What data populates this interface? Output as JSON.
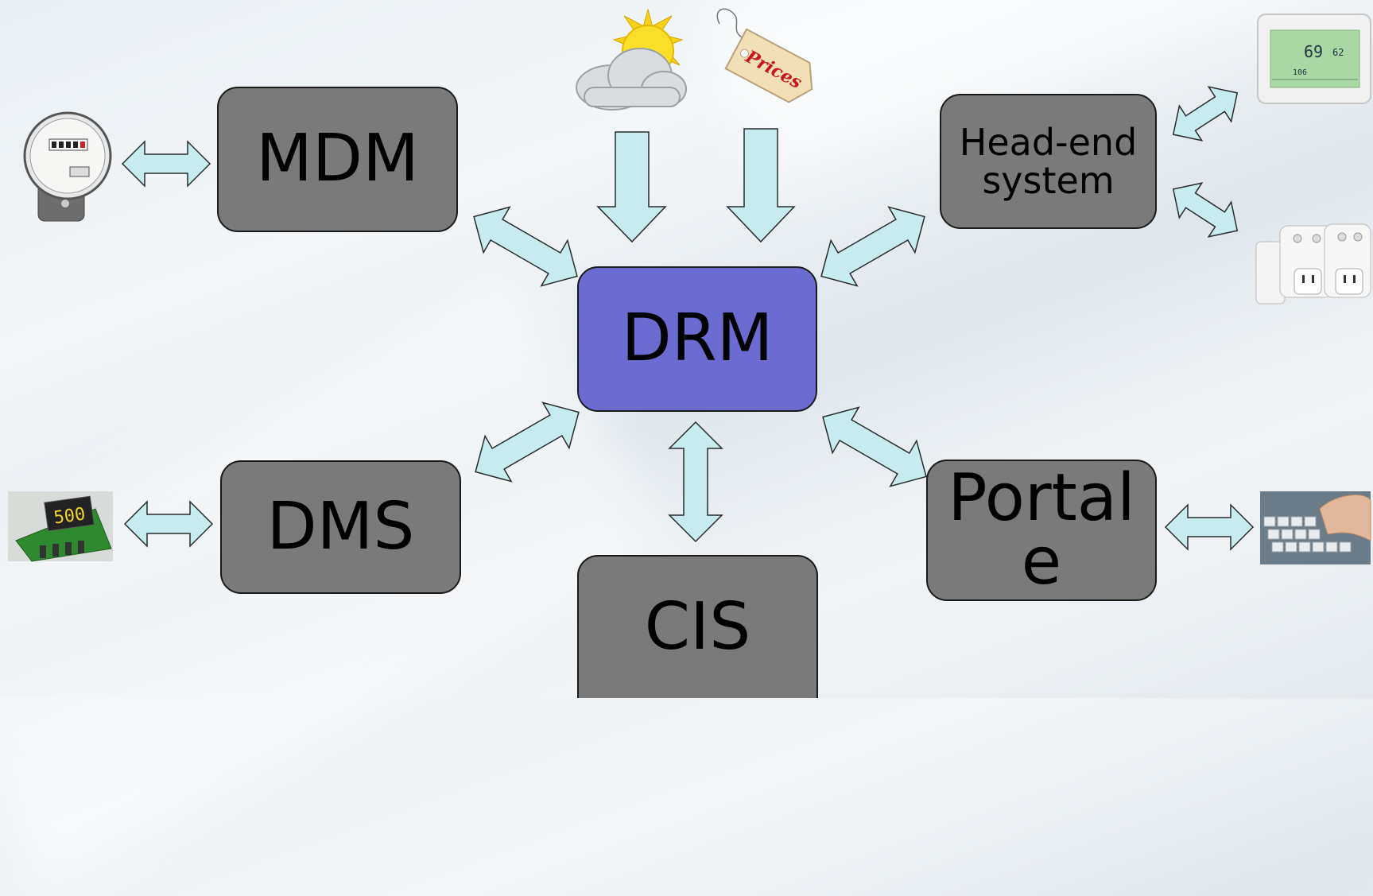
{
  "nodes": {
    "mdm": "MDM",
    "drm": "DRM",
    "headend_line1": "Head-end",
    "headend_line2": "system",
    "dms": "DMS",
    "cis": "CIS",
    "portale_line1": "Portal",
    "portale_line2": "e"
  },
  "images": {
    "price_tag": "Prices",
    "meter_display": "500",
    "thermostat_readout": "69",
    "thermostat_setpoint": "62",
    "thermostat_low": "106"
  },
  "colors": {
    "node_fill": "#7a7a7a",
    "center_fill": "#6b6bd1",
    "arrow_fill": "#c6ecef",
    "arrow_stroke": "#2a2a2a"
  }
}
